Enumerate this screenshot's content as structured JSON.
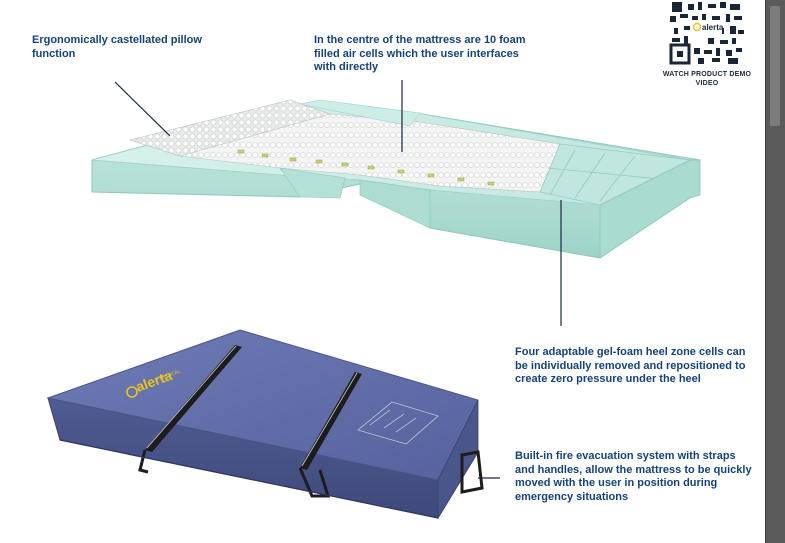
{
  "captions": {
    "pillow": "Ergonomically castellated pillow function",
    "air_cells": "In the centre of the mattress are 10 foam filled air cells which the user interfaces with directly",
    "heel_zone": "Four adaptable gel-foam heel zone cells can be individually removed and repositioned to create zero pressure under the heel",
    "evacuation": "Built-in fire evacuation system with straps and handles, allow the mattress to be quickly moved with the user in position during emergency situations"
  },
  "qr": {
    "brand_overlay": "alerta",
    "caption": "WATCH PRODUCT DEMO VIDEO"
  },
  "product_cover": {
    "brand": "alerta",
    "sub_brand": "MEDICAL"
  },
  "colors": {
    "caption_text": "#16427a",
    "foam": "#b8e2da",
    "cover": "#5d6aa5",
    "strap": "#1d1d1d",
    "brand_yellow": "#e8c21f",
    "scrollbar": "#5a5a5a"
  },
  "icons": [
    "qr-code-icon",
    "play-icon"
  ]
}
